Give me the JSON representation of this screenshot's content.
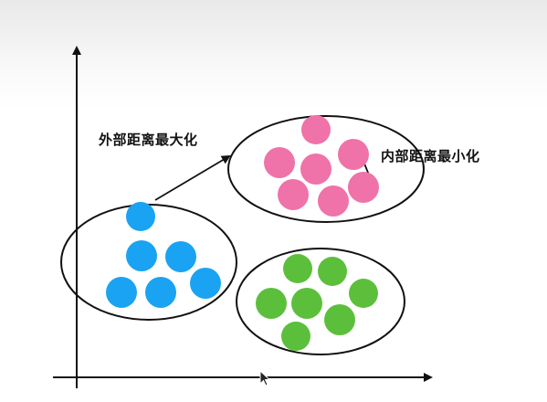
{
  "labels": {
    "outer": "外部距离最大化",
    "inner": "内部距离最小化"
  },
  "colors": {
    "blue": "#1aa3f2",
    "pink": "#ef72a8",
    "green": "#5cbf3c",
    "stroke": "#111111"
  },
  "clusters": [
    {
      "name": "blue-cluster",
      "color_key": "blue",
      "points": 6
    },
    {
      "name": "pink-cluster",
      "color_key": "pink",
      "points": 7
    },
    {
      "name": "green-cluster",
      "color_key": "green",
      "points": 7
    }
  ]
}
